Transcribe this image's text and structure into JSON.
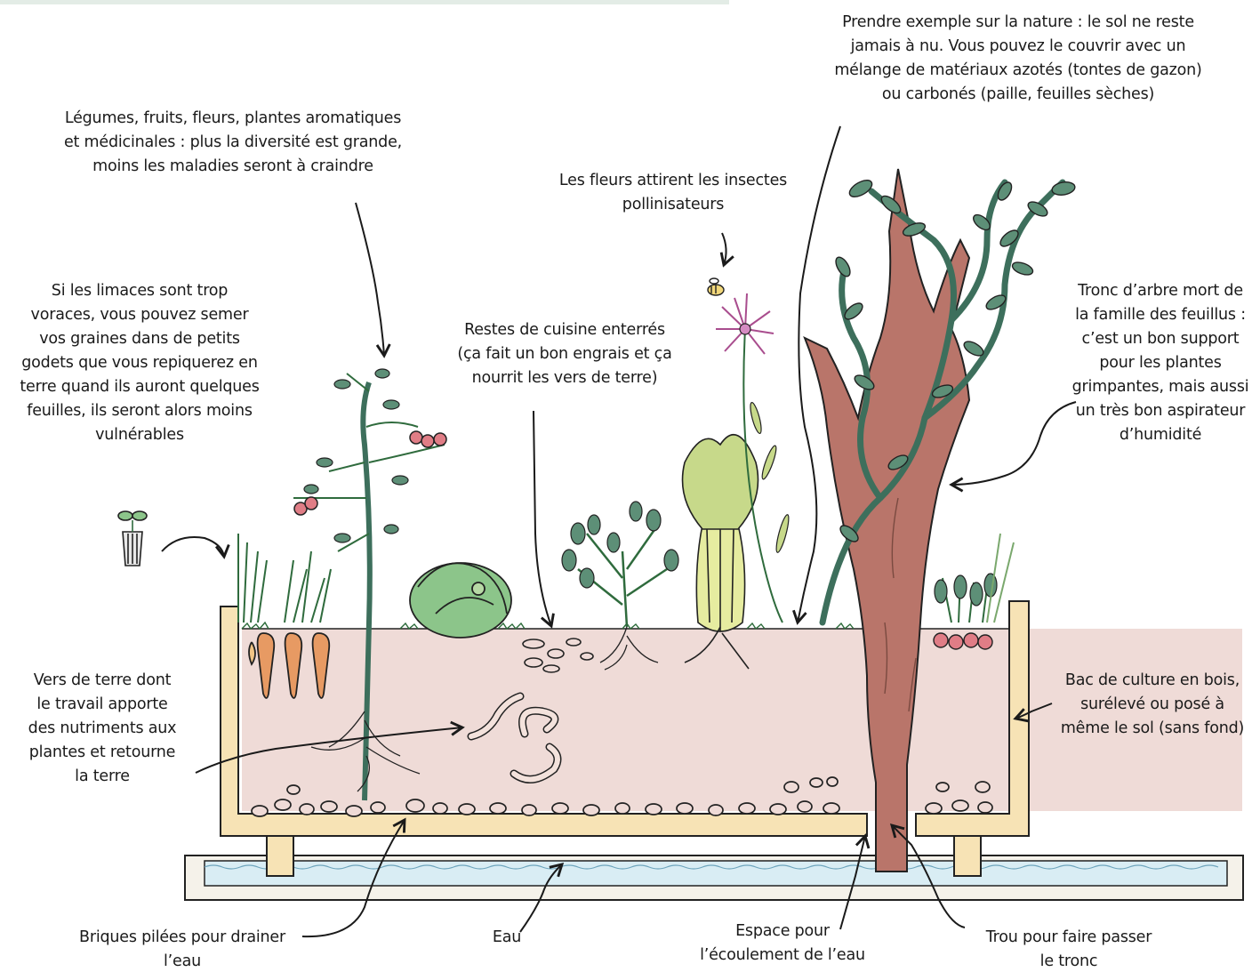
{
  "labels": {
    "nature": [
      "Prendre exemple sur la nature : le sol ne reste",
      "jamais à nu. Vous pouvez le couvrir avec un",
      "mélange de matériaux azotés (tontes de gazon)",
      "ou carbonés (paille, feuilles sèches)"
    ],
    "diversity": [
      "Légumes, fruits, fleurs, plantes aromatiques",
      "et médicinales : plus la diversité est grande,",
      "moins les maladies seront à craindre"
    ],
    "flowers": [
      "Les fleurs attirent les insectes",
      "pollinisateurs"
    ],
    "slugs": [
      "Si les limaces sont trop",
      "voraces, vous pouvez semer",
      "vos graines dans de petits",
      "godets que vous repiquerez en",
      "terre quand ils auront quelques",
      "feuilles, ils seront alors moins",
      "vulnérables"
    ],
    "kitchen": [
      "Restes de cuisine enterrés",
      "(ça fait un bon engrais et ça",
      "nourrit les vers de terre)"
    ],
    "trunk": [
      "Tronc d’arbre mort de",
      "la famille des feuillus :",
      "c’est un bon support",
      "pour les plantes",
      "grimpantes, mais aussi",
      "un très bon aspirateur",
      "d’humidité"
    ],
    "worms": [
      "Vers de terre dont",
      "le travail apporte",
      "des nutriments aux",
      "plantes et retourne",
      "la terre"
    ],
    "box": [
      "Bac de culture en bois,",
      "surélevé ou posé à",
      "même le sol (sans fond)"
    ],
    "bricks": [
      "Briques pilées pour drainer",
      "l’eau"
    ],
    "water": [
      "Eau"
    ],
    "flow": [
      "Espace pour",
      "l’écoulement de l’eau"
    ],
    "hole": [
      "Trou pour faire passer",
      "le tronc"
    ]
  },
  "colors": {
    "soil": "#efdbd7",
    "wood": "#f7e3b5",
    "water": "#d9edf4",
    "trunk": "#b9756a",
    "leaf_dark": "#5d8f77",
    "leaf_light": "#c7d98a",
    "carrot": "#e79a63",
    "cabbage": "#8cc58a",
    "flower": "#d58bc2",
    "tomato": "#e07d86"
  }
}
